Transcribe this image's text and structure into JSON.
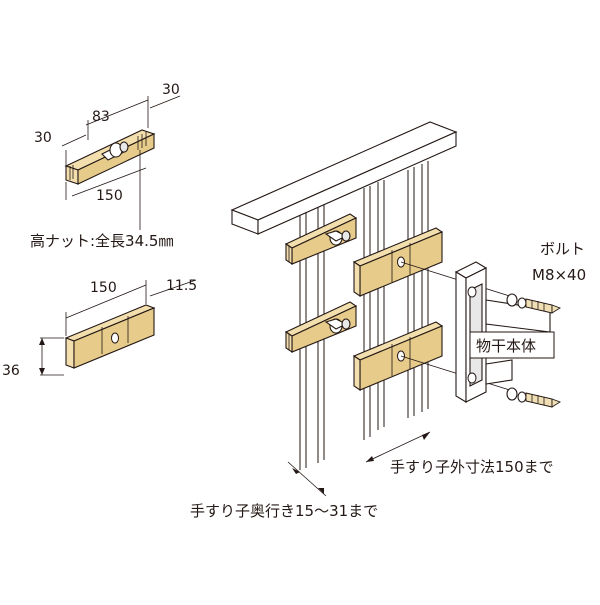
{
  "labels": {
    "long_nut": "高ナット:全長34.5㎜",
    "bolt_title": "ボルト",
    "bolt_size": "M8×40",
    "body_label": "物干本体",
    "baluster_outer": "手すり子外寸法150まで",
    "baluster_depth": "手すり子奥行き15～31まで"
  },
  "dimensions": {
    "top_30_left": "30",
    "top_83": "83",
    "top_30_right": "30",
    "top_150": "150",
    "plate_150": "150",
    "plate_11_5": "11.5",
    "plate_36": "36"
  },
  "colors": {
    "wood": "#f3dfae",
    "line": "#231815"
  }
}
